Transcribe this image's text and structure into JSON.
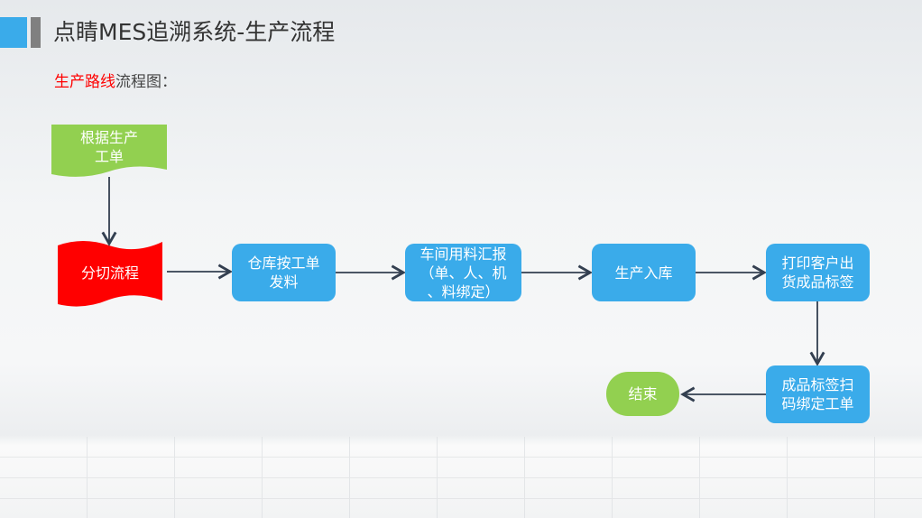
{
  "header": {
    "title": "点睛MES追溯系统-生产流程"
  },
  "subtitle": {
    "highlight": "生产路线",
    "rest": "流程图："
  },
  "flow": {
    "start": "根据生产\n工单",
    "split": "分切流程",
    "steps": [
      "仓库按工单\n发料",
      "车间用料汇报\n（单、人、机\n、料绑定）",
      "生产入库",
      "打印客户出\n货成品标签",
      "成品标签扫\n码绑定工单"
    ],
    "end": "结束"
  },
  "colors": {
    "blue": "#3aabea",
    "green": "#92d050",
    "red": "#ff0000",
    "arrow": "#333f50"
  }
}
